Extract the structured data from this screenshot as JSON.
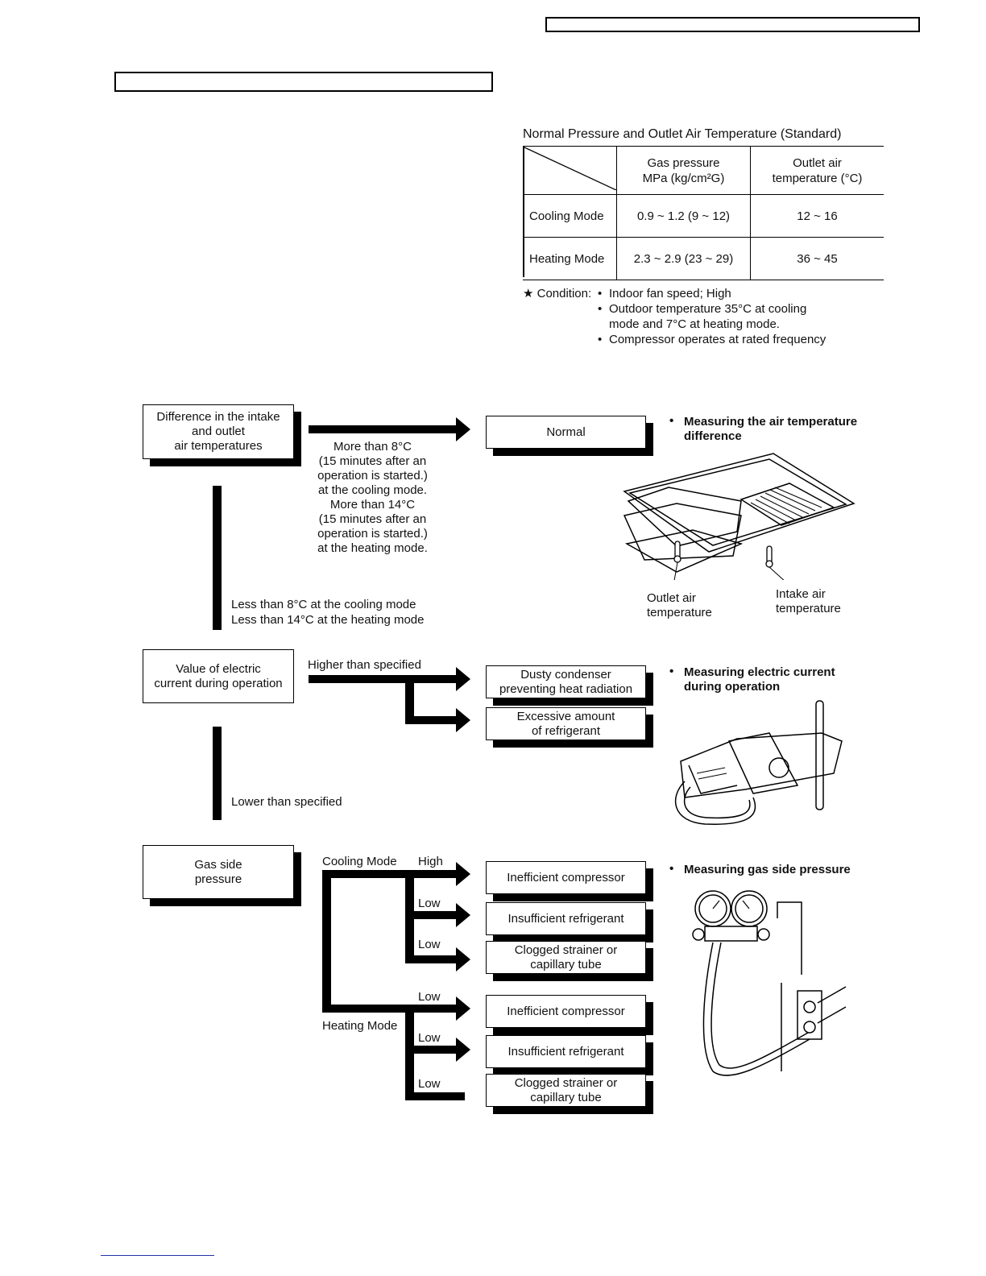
{
  "table": {
    "title": "Normal Pressure and Outlet Air Temperature (Standard)",
    "headers": [
      "Gas pressure\nMPa (kg/cm²G)",
      "Outlet air\ntemperature (°C)"
    ],
    "rows": [
      {
        "mode": "Cooling Mode",
        "pressure": "0.9 ~ 1.2 (9 ~ 12)",
        "temp": "12 ~ 16"
      },
      {
        "mode": "Heating Mode",
        "pressure": "2.3 ~ 2.9 (23 ~ 29)",
        "temp": "36 ~ 45"
      }
    ]
  },
  "condition": {
    "label": "★ Condition:",
    "items": [
      "Indoor fan speed; High",
      "Outdoor temperature 35°C at cooling\nmode and 7°C at heating mode.",
      "Compressor operates at rated frequency"
    ]
  },
  "section1": {
    "box": "Difference in the intake\nand outlet\nair temperatures",
    "result": "Normal",
    "condition_more": "More than 8°C\n(15 minutes after an\noperation is started.)\nat the cooling mode.\nMore than 14°C\n(15 minutes after an\noperation is started.)\nat the heating mode.",
    "condition_less": "Less than 8°C at the cooling mode\nLess than 14°C at the heating mode",
    "measure": "Measuring the air temperature\ndifference",
    "outlet_label": "Outlet air\ntemperature",
    "intake_label": "Intake air\ntemperature"
  },
  "section2": {
    "box": "Value of electric\ncurrent during operation",
    "higher": "Higher than specified",
    "lower": "Lower than specified",
    "result1": "Dusty condenser\npreventing heat radiation",
    "result2": "Excessive amount\nof refrigerant",
    "measure": "Measuring electric current\nduring operation"
  },
  "section3": {
    "box": "Gas side\npressure",
    "cooling": "Cooling Mode",
    "heating": "Heating Mode",
    "high": "High",
    "low": "Low",
    "results": [
      "Inefficient compressor",
      "Insufficient refrigerant",
      "Clogged strainer or\ncapillary tube",
      "Inefficient compressor",
      "Insufficient refrigerant",
      "Clogged strainer or\ncapillary tube"
    ],
    "measure": "Measuring gas side pressure"
  },
  "bullet": "•"
}
